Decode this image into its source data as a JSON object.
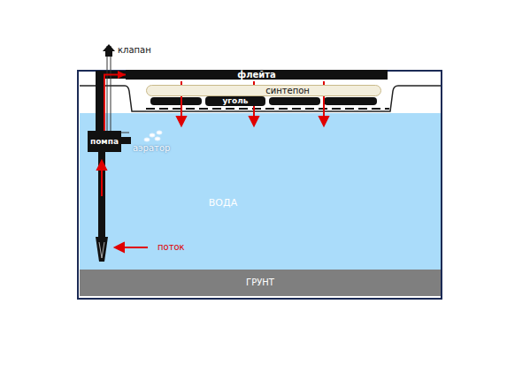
{
  "diagram": {
    "nodes": [
      {
        "text": [
          "флейта"
        ]
      },
      {
        "text": [
          "синтепон"
        ]
      },
      {
        "text": [
          "уголь"
        ]
      },
      {
        "text": [
          "помпа"
        ]
      },
      {
        "text": [
          "ВОДА"
        ]
      },
      {
        "text": [
          "ГРУНТ"
        ]
      }
    ],
    "edges": [
      {
        "from": 3,
        "to": 0,
        "arrow": "to"
      }
    ],
    "labels": [
      "клапан",
      "аэратор",
      "поток"
    ]
  }
}
